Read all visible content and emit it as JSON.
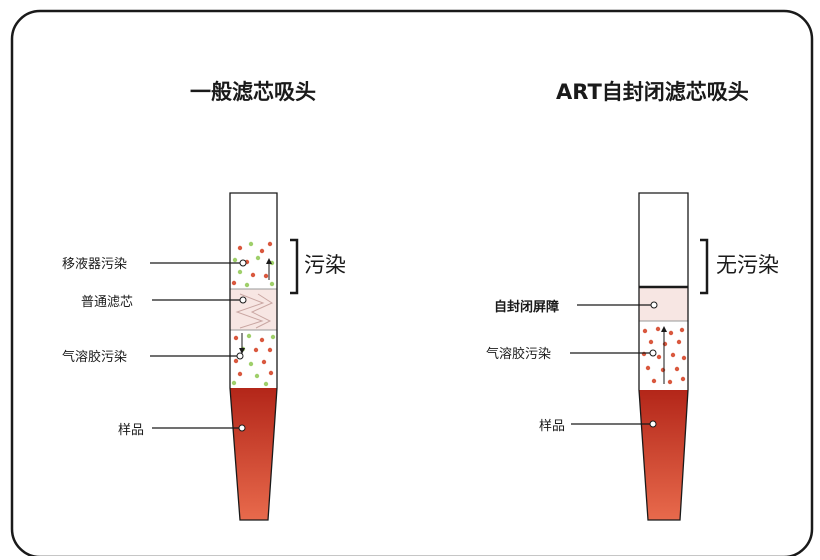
{
  "left": {
    "title": "一般滤芯吸头",
    "labels": {
      "pipette": "移液器污染",
      "filter": "普通滤芯",
      "aerosol": "气溶胶污染",
      "sample": "样品"
    },
    "bracket_text": "污染"
  },
  "right": {
    "title": "ART自封闭滤芯吸头",
    "labels": {
      "barrier": "自封闭屏障",
      "aerosol": "气溶胶污染",
      "sample": "样品"
    },
    "bracket_text": "无污染"
  },
  "colors": {
    "sample_dark": "#b32619",
    "sample_light": "#e8674a",
    "filter_fill": "#f7e6e3",
    "green_dot": "#9fcf6a",
    "red_dot": "#d9583e",
    "outline": "#1a1a1a"
  }
}
